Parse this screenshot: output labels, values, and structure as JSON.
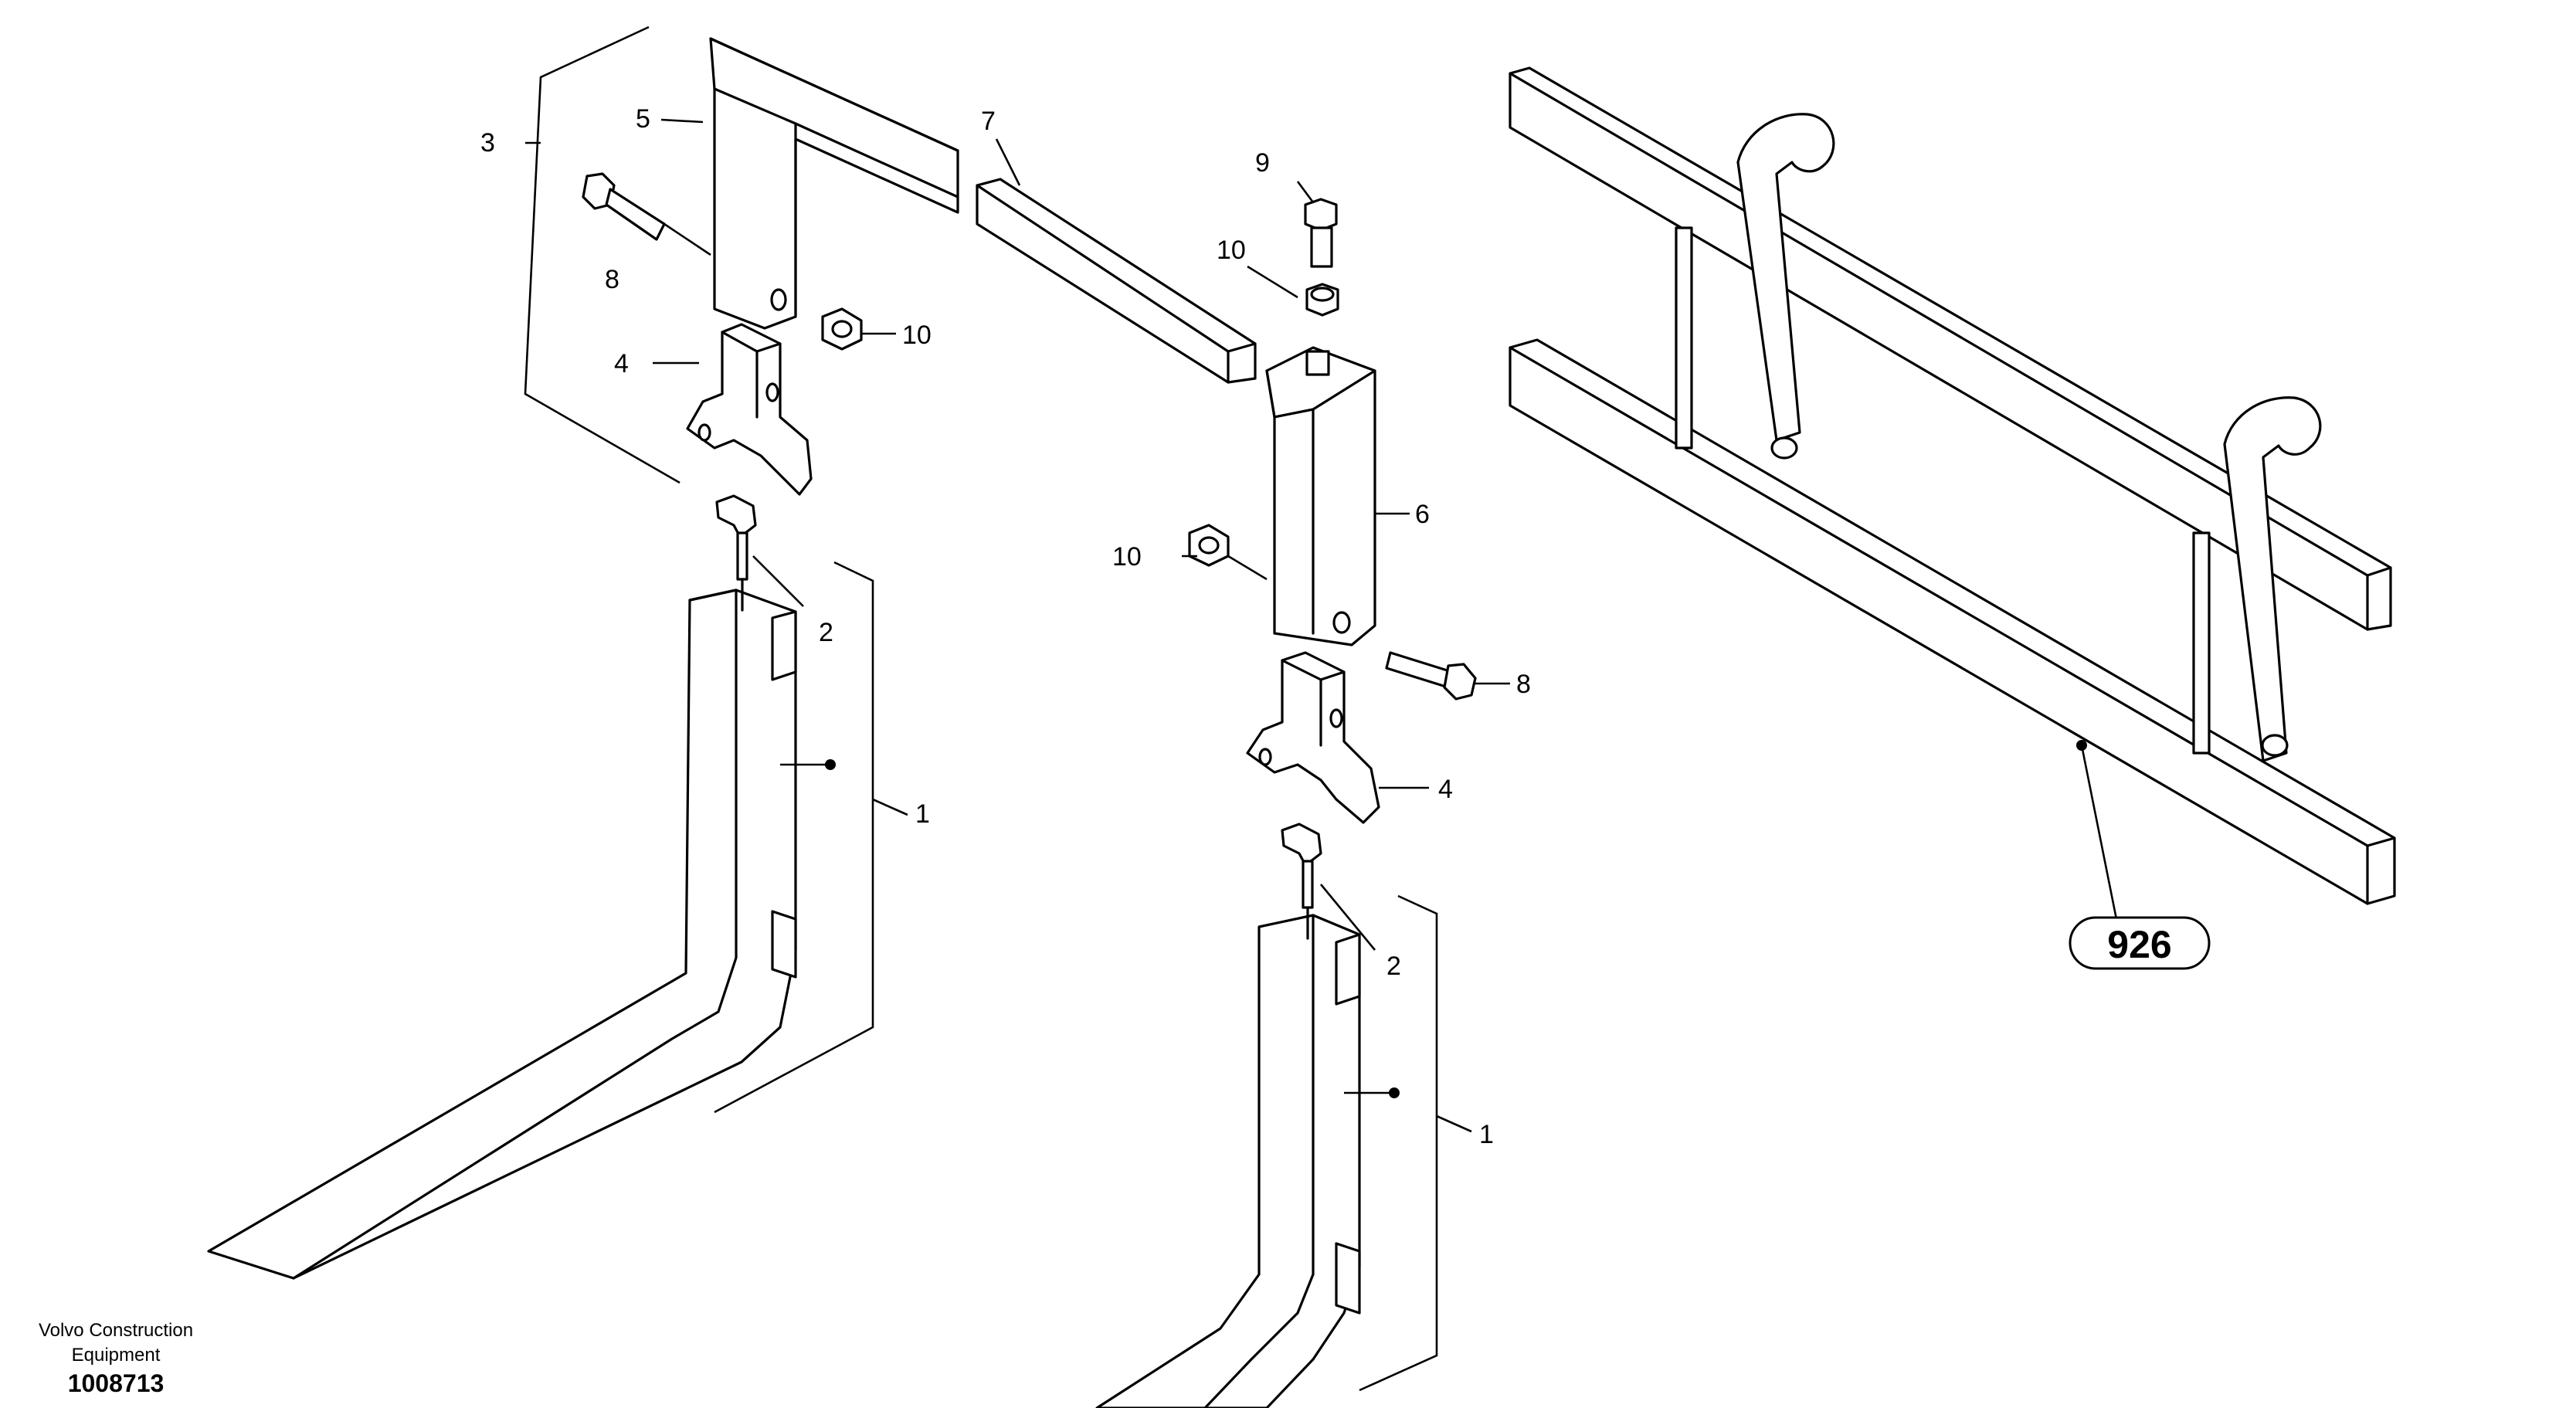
{
  "callouts": {
    "c1_left": "1",
    "c1_right": "1",
    "c2_left": "2",
    "c2_right": "2",
    "c3": "3",
    "c4_left": "4",
    "c4_right": "4",
    "c5": "5",
    "c6": "6",
    "c7": "7",
    "c8_left": "8",
    "c8_right": "8",
    "c9": "9",
    "c10_left": "10",
    "c10_mid": "10",
    "c10_top": "10"
  },
  "reference_label": "926",
  "footer": {
    "company_line1": "Volvo Construction",
    "company_line2": "Equipment",
    "drawing_number": "1008713"
  }
}
